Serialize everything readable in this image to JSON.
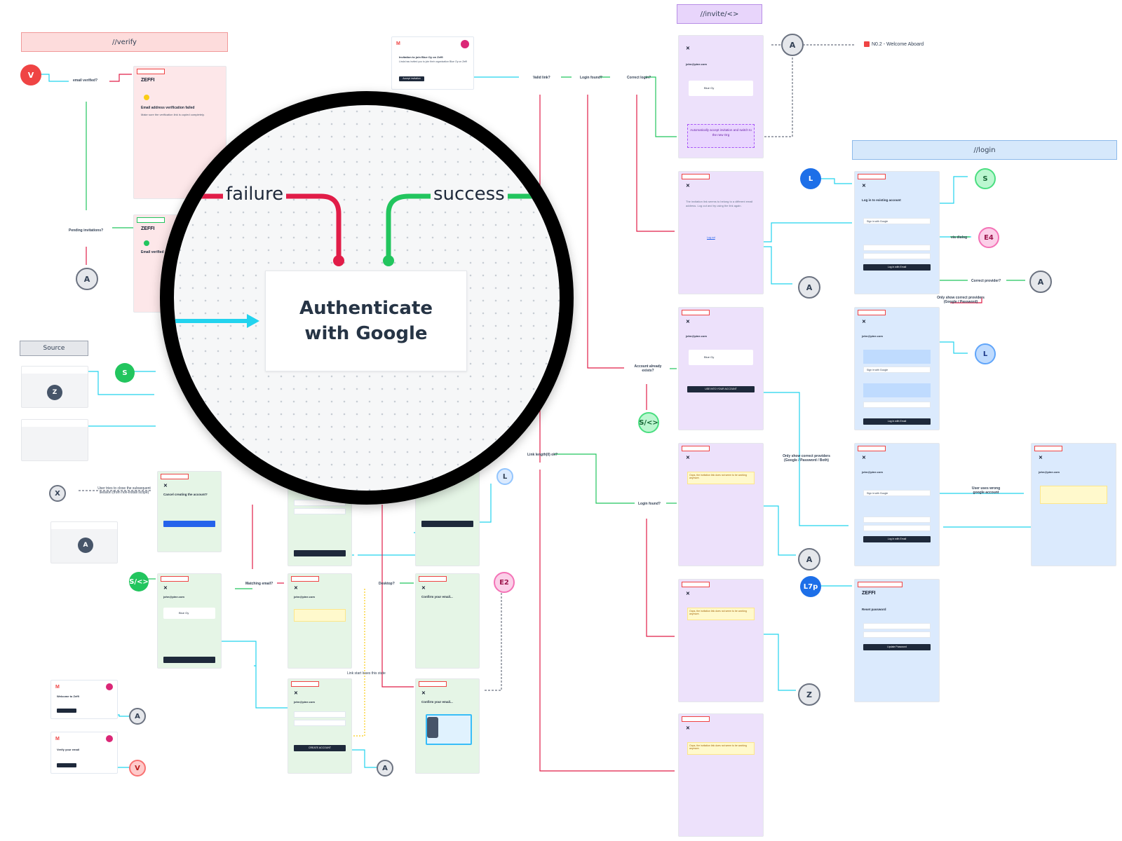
{
  "banners": {
    "verify": "//verify",
    "invite": "//invite/<>",
    "login": "//login",
    "source": "Source"
  },
  "nodes": {
    "v": "V",
    "a": "A",
    "s": "S",
    "z": "Z",
    "x": "X",
    "l": "L",
    "e4": "E4",
    "e2": "E2",
    "s_invite": "S/<>",
    "l7p": "L7p"
  },
  "labels": {
    "email_verified": "email verified?",
    "pending": "Pending invitations?",
    "valid_link": "Valid link?",
    "login_found": "Login found?",
    "correct_login": "Correct login?",
    "account_exists": "Account already exists?",
    "correct_provider": "Correct provider?",
    "only_show_providers": "Only show correct providers (Google / Password)",
    "only_show_providers_both": "Only show correct providers (Google / Password / Both)",
    "via_dialog": "via dialog",
    "link_length": "Link length(0) ok?",
    "login_found2": "Login found?",
    "matching_email": "Matching email?",
    "desktop": "Desktop?",
    "user_uses_wrong": "User uses wrong google account",
    "welcome_aboard": "N0.2 - Welcome Aboard",
    "user_tries_close": "User tries to close the subsequent session (from non-install scope)",
    "link_start": "Link start loses this state"
  },
  "screens": {
    "verify_failed_brand": "ZEFFI",
    "verify_failed_title": "Email address verification failed",
    "verify_failed_text": "Make sure the verification link is copied completely.",
    "verified_brand": "ZEFFI",
    "verified_title": "Email verified",
    "email_invite_title": "Invitation to join Blue Oy on Zeffi",
    "email_invite_text": "Linda has invited you to join their organization Blue Oy on Zeffi",
    "email_invite_btn": "Accept invitation",
    "invite_email": "john@pine.com",
    "invite_org": "Blue Oy",
    "invite_auto": "Automatically accept invitation and switch to the new Org",
    "invite_use_existing": "USE INTO YOUR ACCOUNT",
    "invite_wrong_email": "The invitation link seems to belong to a different email address. Log out and try using the link again.",
    "invite_oops": "Oops, the invitation link does not seem to be working anymore.",
    "login_title": "Log in to existing account",
    "login_google": "Sign in with Google",
    "login_btn": "Log in with Email",
    "login_email": "john@pine.com",
    "reset_brand": "ZEFFI",
    "reset_title": "Reset password",
    "reset_btn": "Update Password",
    "cancel_title": "Cancel creating the account?",
    "confirm_email_title": "Confirm your email...",
    "create_account_btn": "CREATE ACCOUNT",
    "welcome_title": "Welcome to Zeffi",
    "verify_email_title": "Verify your email"
  },
  "magnifier": {
    "failure": "failure",
    "success": "success",
    "title": "Authenticate with Google"
  },
  "colors": {
    "failure": "#e11d48",
    "success": "#22c55e",
    "flow": "#22d3ee"
  }
}
